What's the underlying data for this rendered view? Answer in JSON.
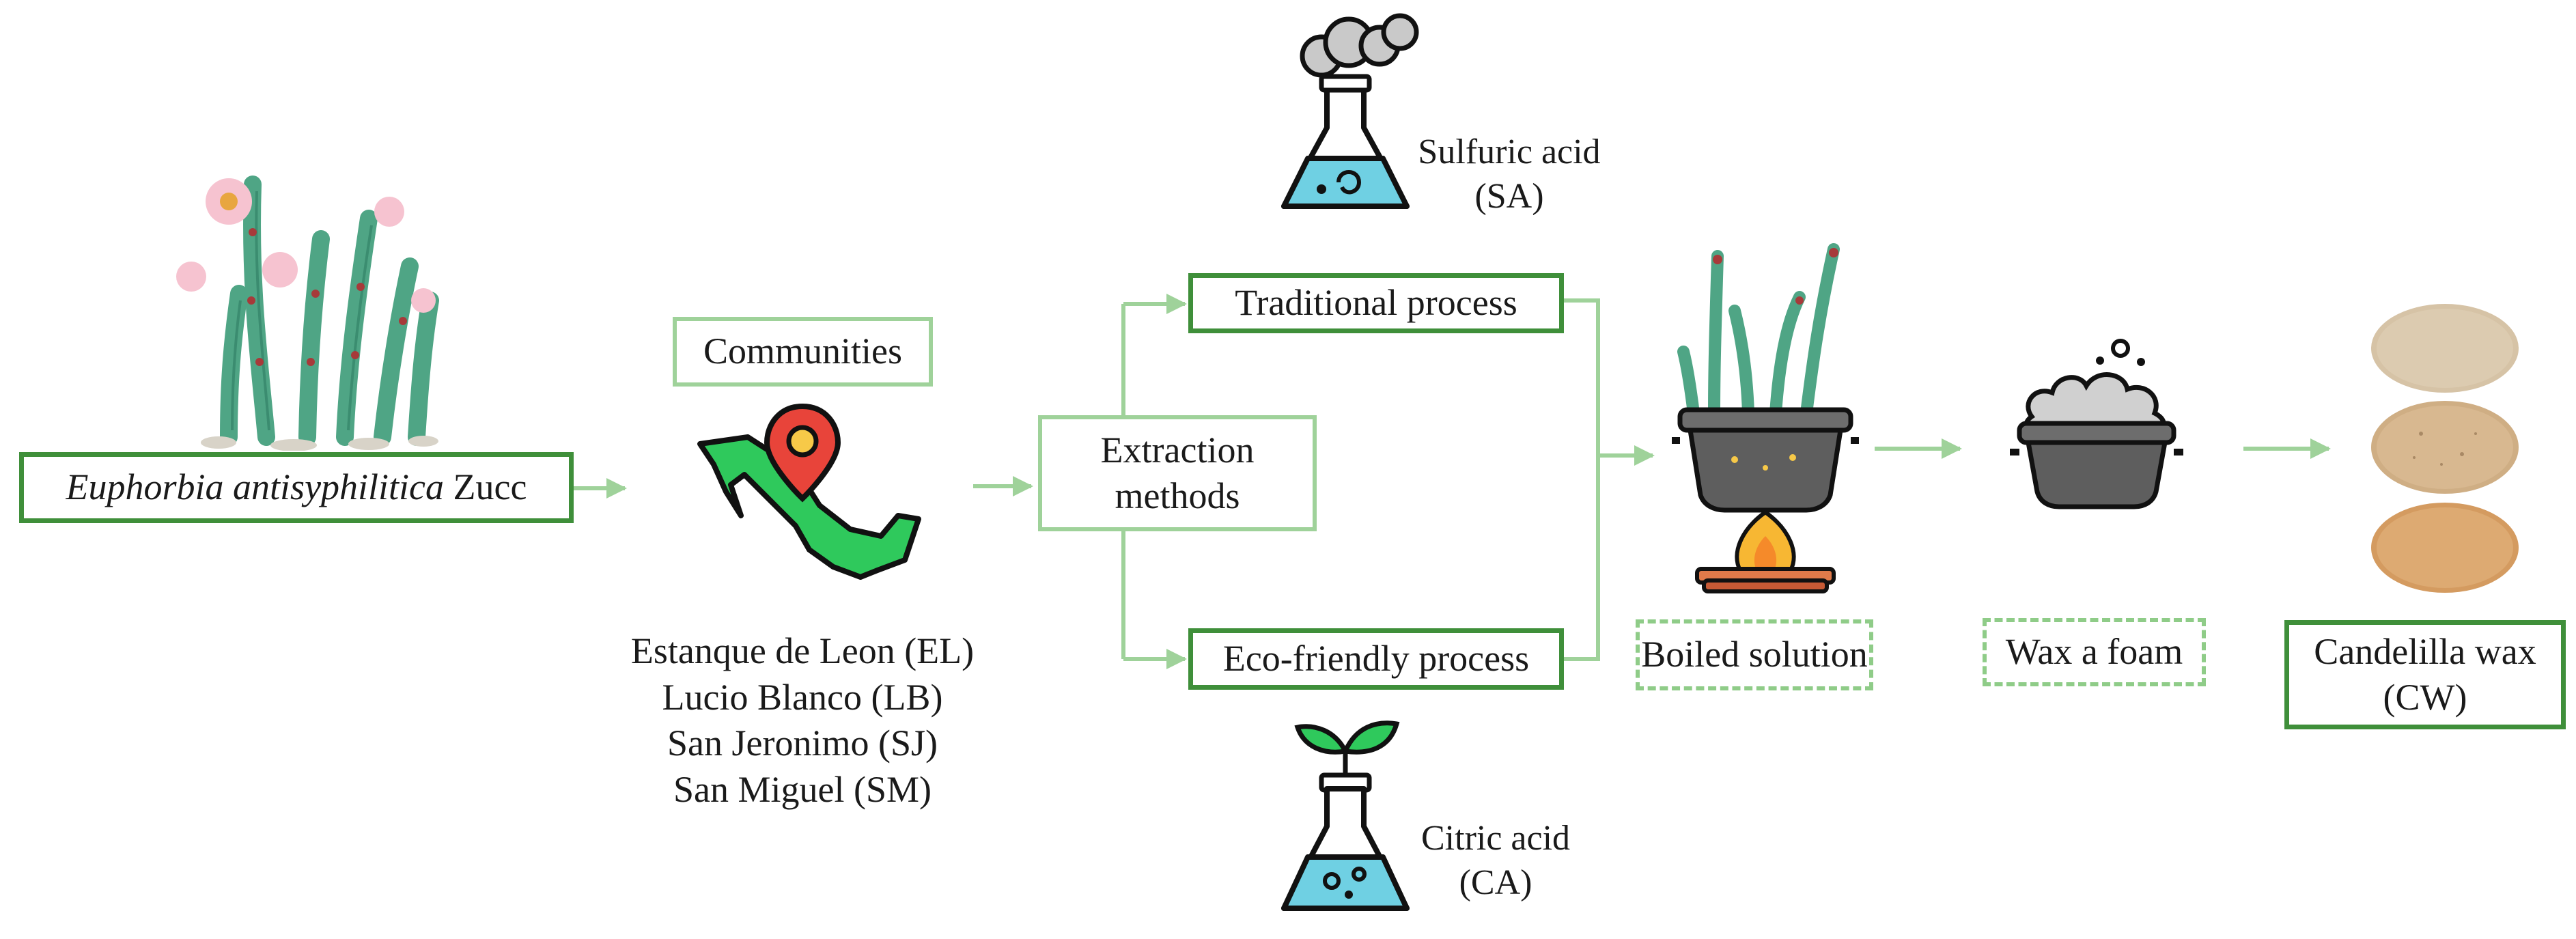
{
  "species": {
    "italic": "Euphorbia antisyphilitica",
    "authority": " Zucc"
  },
  "communities": {
    "title": "Communities",
    "items": [
      "Estanque de Leon (EL)",
      "Lucio Blanco (LB)",
      "San Jeronimo (SJ)",
      "San Miguel (SM)"
    ]
  },
  "extraction": {
    "line1": "Extraction",
    "line2": "methods"
  },
  "traditional": {
    "label": "Traditional process",
    "reagent_line1": "Sulfuric acid",
    "reagent_line2": "(SA)"
  },
  "ecofriendly": {
    "label": "Eco-friendly process",
    "reagent_line1": "Citric acid",
    "reagent_line2": "(CA)"
  },
  "boiled": {
    "label": "Boiled solution"
  },
  "foam": {
    "label": "Wax a foam"
  },
  "wax": {
    "line1": "Candelilla wax",
    "line2": "(CW)"
  },
  "colors": {
    "box_border_dark": "#3f8f3a",
    "box_border_light": "#9fd29a",
    "arrow": "#9fd29a",
    "plant_stem": "#5bb08f",
    "map_green": "#2fc95c",
    "pin_red": "#e8443a",
    "flask_liquid": "#6fd0e3",
    "pot_gray": "#6d6d6d",
    "flame": "#f7b733",
    "wax_disc": "#d9c4a4"
  },
  "icons": [
    "candelilla-plant-icon",
    "mexico-map-pin-icon",
    "flask-smoke-icon",
    "flask-leaf-icon",
    "cauldron-fire-icon",
    "pot-foam-icon",
    "wax-discs-icon"
  ]
}
